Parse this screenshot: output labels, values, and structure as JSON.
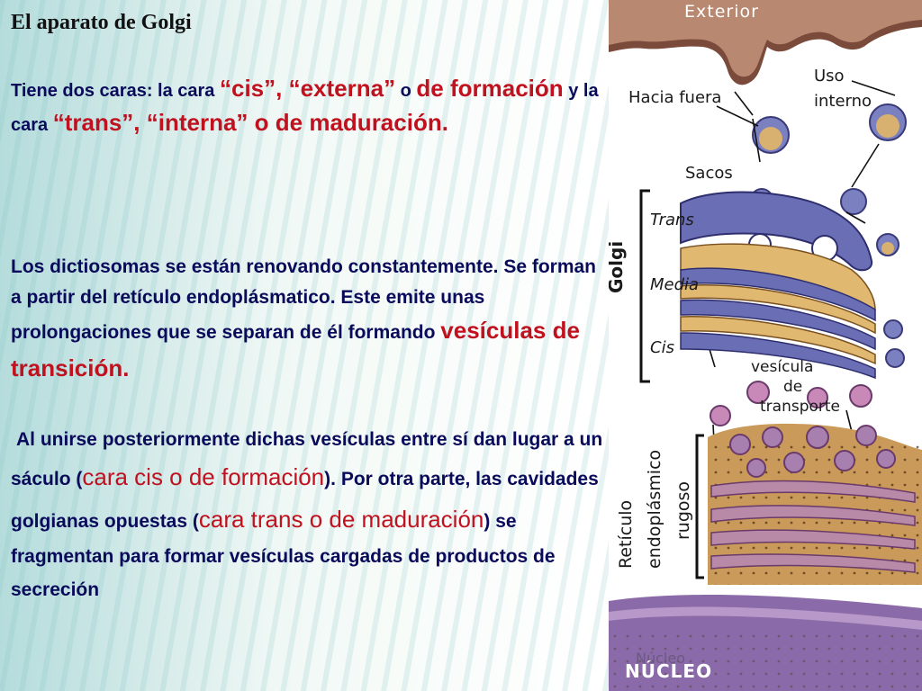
{
  "slide": {
    "title": "El aparato de Golgi",
    "paragraph1": {
      "t1": "Tiene dos caras: la cara ",
      "t2": "“cis”, “externa”",
      "t3": " o ",
      "t4": "de formación",
      "t5": " y la cara ",
      "t6": "“trans”,  “interna”",
      "t7": " o ",
      "t8": "de maduración."
    },
    "paragraph2": {
      "t1": "Los dictiosomas se están renovando constantemente. Se forman a partir del retículo endoplásmatico. Este emite unas prolongaciones que se separan de él formando ",
      "t2": "vesículas de transición."
    },
    "paragraph3": {
      "t1": "Al unirse posteriormente dichas vesículas entre sí dan lugar a un sáculo (",
      "t2": "cara cis o de formación",
      "t3": "). Por otra parte, las cavidades golgianas opuestas (",
      "t4": "cara trans o de maduración",
      "t5": ") se fragmentan para formar vesículas cargadas de productos de secreción"
    }
  },
  "diagram": {
    "exterior": "Exterior",
    "hacia_fuera": "Hacia fuera",
    "uso_line1": "Uso",
    "uso_line2": "interno",
    "sacos": "Sacos",
    "trans": "Trans",
    "media": "Media",
    "cis": "Cis",
    "golgi": "Golgi",
    "vesicula_line1": "vesícula",
    "vesicula_line2": "de",
    "vesicula_line3": "transporte",
    "reticulo_line1": "Retículo",
    "reticulo_line2": "endoplásmico",
    "reticulo_line3": "rugoso",
    "nucleo": "NÚCLEO",
    "nucleo_faint": "Núcleo"
  },
  "colors": {
    "text_navy": "#0a0a5a",
    "accent_red": "#c0111f",
    "golgi_blue": "#6a6fb5",
    "er_tan": "#c99a5a",
    "nucleus_purple": "#8a6aa8"
  }
}
